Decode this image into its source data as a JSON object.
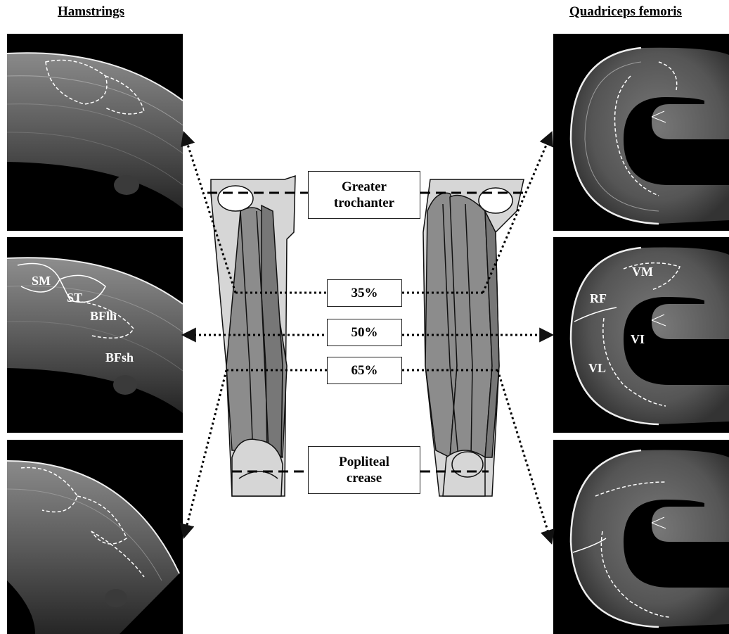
{
  "titles": {
    "left": "Hamstrings",
    "right": "Quadriceps femoris"
  },
  "landmarks": {
    "top": [
      "Greater",
      "trochanter"
    ],
    "bottom": [
      "Popliteal",
      "crease"
    ]
  },
  "levels": [
    "35%",
    "50%",
    "65%"
  ],
  "hamstring_labels": {
    "sm": "SM",
    "st": "ST",
    "bflh": "BFlh",
    "bfsh": "BFsh"
  },
  "quadriceps_labels": {
    "vm": "VM",
    "rf": "RF",
    "vi": "VI",
    "vl": "VL"
  },
  "colors": {
    "ultrasound_background": "#000000",
    "muscle_fill": "#8c8c8c",
    "bone_fill": "#d6d6d6",
    "outline": "#111111"
  }
}
